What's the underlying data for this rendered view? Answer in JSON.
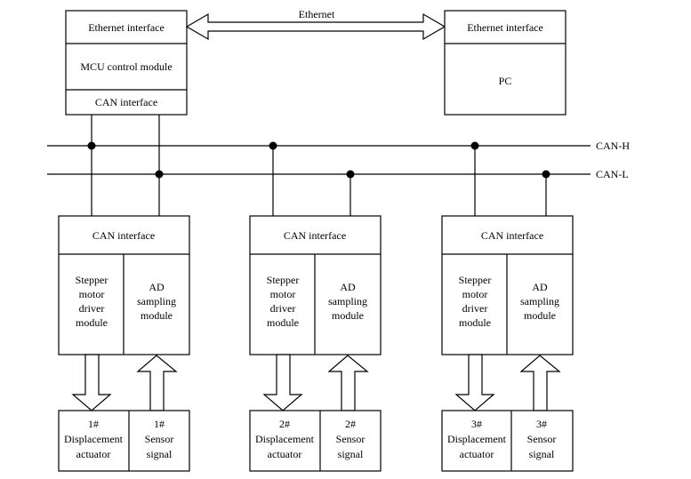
{
  "master": {
    "ethernet_interface": "Ethernet interface",
    "mcu_module": "MCU control module",
    "can_interface": "CAN interface"
  },
  "link": {
    "label": "Ethernet"
  },
  "pc": {
    "ethernet_interface": "Ethernet interface",
    "label": "PC"
  },
  "bus": {
    "can_h": "CAN-H",
    "can_l": "CAN-L"
  },
  "nodes": [
    {
      "can_interface": "CAN interface",
      "stepper": [
        "Stepper",
        "motor",
        "driver",
        "module"
      ],
      "ad": [
        "AD",
        "sampling",
        "module"
      ],
      "actuator": [
        "1#",
        "Displacement",
        "actuator"
      ],
      "sensor": [
        "1#",
        "Sensor",
        "signal"
      ]
    },
    {
      "can_interface": "CAN interface",
      "stepper": [
        "Stepper",
        "motor",
        "driver",
        "module"
      ],
      "ad": [
        "AD",
        "sampling",
        "module"
      ],
      "actuator": [
        "2#",
        "Displacement",
        "actuator"
      ],
      "sensor": [
        "2#",
        "Sensor",
        "signal"
      ]
    },
    {
      "can_interface": "CAN interface",
      "stepper": [
        "Stepper",
        "motor",
        "driver",
        "module"
      ],
      "ad": [
        "AD",
        "sampling",
        "module"
      ],
      "actuator": [
        "3#",
        "Displacement",
        "actuator"
      ],
      "sensor": [
        "3#",
        "Sensor",
        "signal"
      ]
    }
  ]
}
